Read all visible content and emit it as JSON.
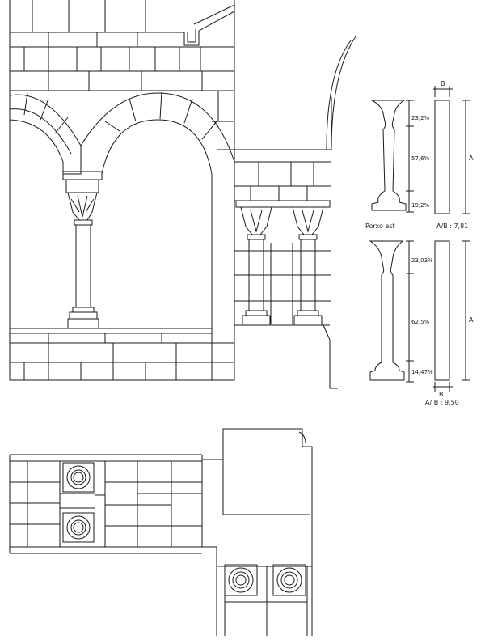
{
  "diagram": {
    "porch_label": "Porxo  est",
    "col1": {
      "top_pct": "23,2%",
      "mid_pct": "57,6%",
      "bot_pct": "19,2%",
      "width_label": "B",
      "height_label": "A",
      "ratio": "A/B : 7,81"
    },
    "col2": {
      "top_pct": "23,03%",
      "mid_pct": "62,5%",
      "bot_pct": "14,47%",
      "width_label": "B",
      "height_label": "A",
      "ratio": "A/ B : 9,50"
    }
  },
  "colors": {
    "ink": "#1a1a1a",
    "paper": "#ffffff"
  }
}
